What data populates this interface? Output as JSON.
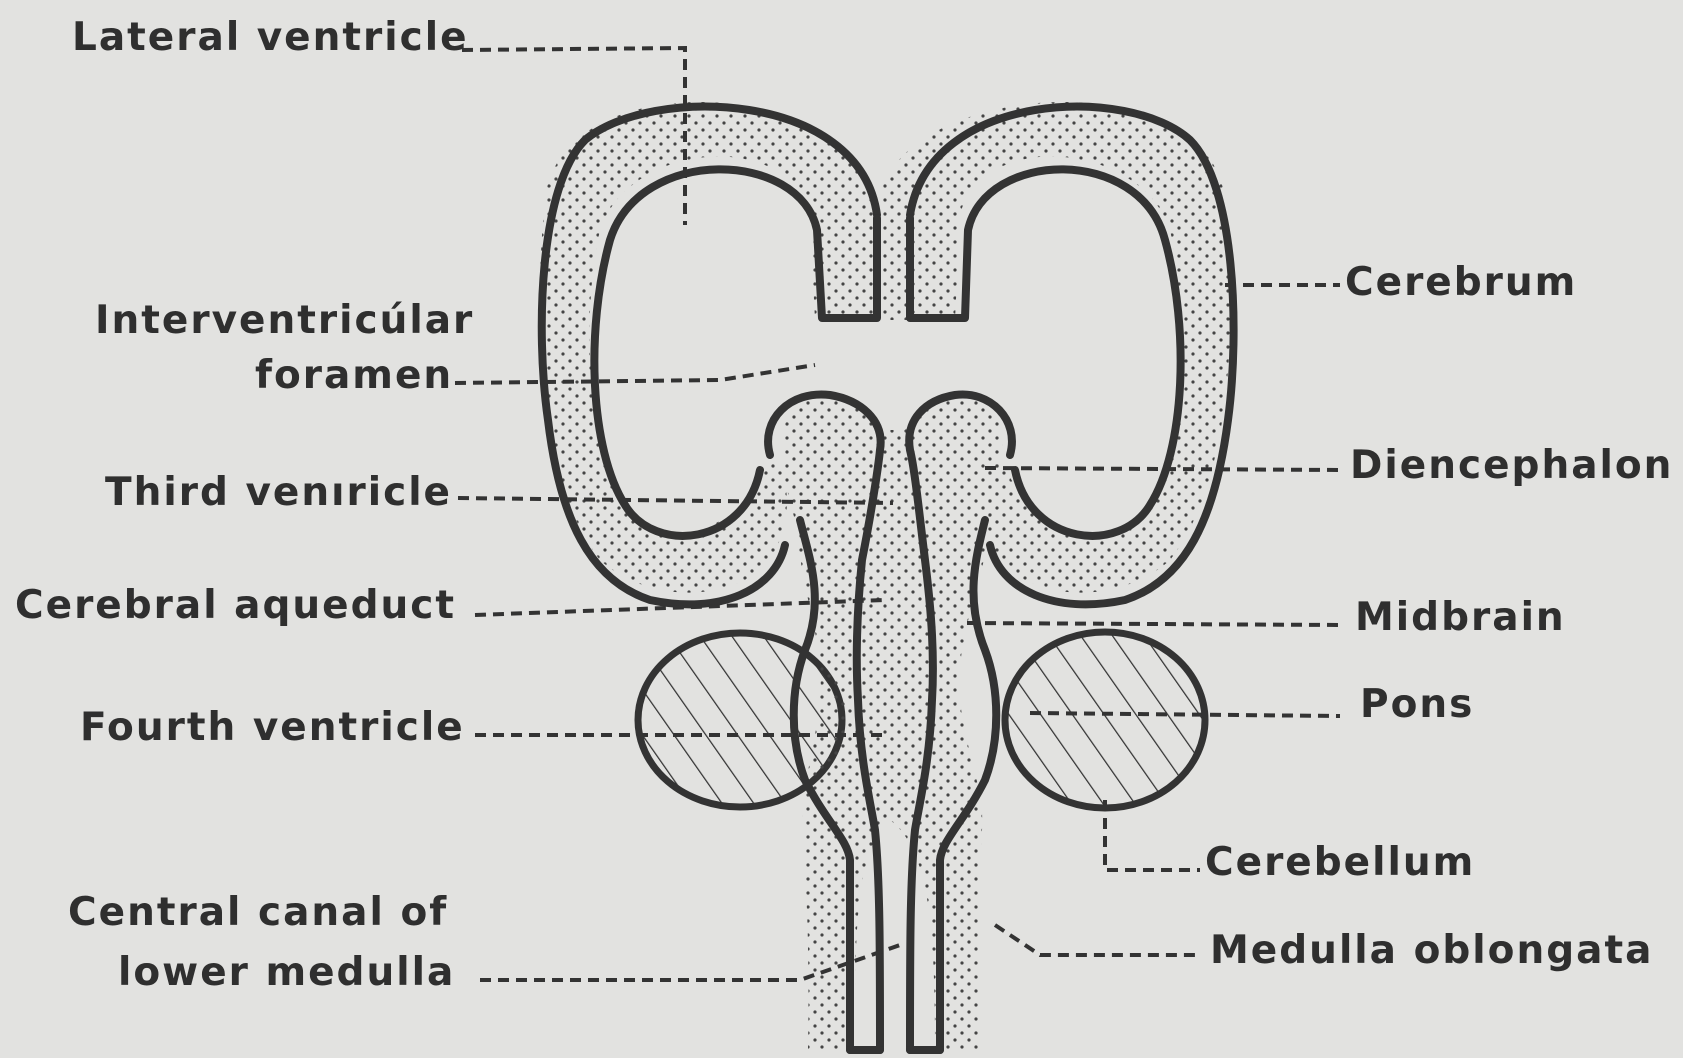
{
  "labels": {
    "lateral_ventricle": "Lateral ventricle",
    "interventricular_foramen_1": "Interventricúlar",
    "interventricular_foramen_2": "foramen",
    "third_ventricle": "Third venıricle",
    "cerebral_aqueduct": "Cerebral aqueduct",
    "fourth_ventricle": "Fourth ventricle",
    "central_canal_1": "Central canal of",
    "central_canal_2": "lower medulla",
    "cerebrum": "Cerebrum",
    "diencephalon": "Diencephalon",
    "midbrain": "Midbrain",
    "pons": "Pons",
    "cerebellum": "Cerebellum",
    "medulla_oblongata": "Medulla oblongata"
  },
  "colors": {
    "paper": "#e2e2e0",
    "ink": "#333333",
    "text": "#2f2f2f"
  }
}
